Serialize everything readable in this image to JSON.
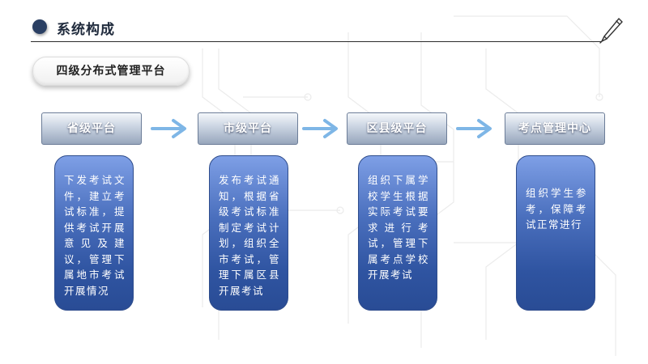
{
  "header": {
    "title": "系统构成"
  },
  "platform": {
    "label": "四级分布式管理平台"
  },
  "levels": [
    {
      "label": "省级平台",
      "description": "下发考试文件，建立考试标准，提供考试开展意见及建议，管理下属地市考试开展情况"
    },
    {
      "label": "市级平台",
      "description": "发布考试通知，根据省级考试标准制定考试计划，组织全市考试，管理下属区县开展考试"
    },
    {
      "label": "区县级平台",
      "description": "组织下属学校学生根据实际考试要求进行考试，管理下属考点学校开展考试"
    },
    {
      "label": "考点管理中心",
      "description": "组织学生参考，保障考试正常进行"
    }
  ],
  "colors": {
    "accent_dark": "#2a3f63",
    "arrow": "#7eb6e6",
    "card_top": "#7e9fe6",
    "card_bottom": "#294c95"
  },
  "icons": {
    "header": "circle-bullet-icon",
    "decor": "pen-icon",
    "flow": "arrow-right-icon"
  }
}
